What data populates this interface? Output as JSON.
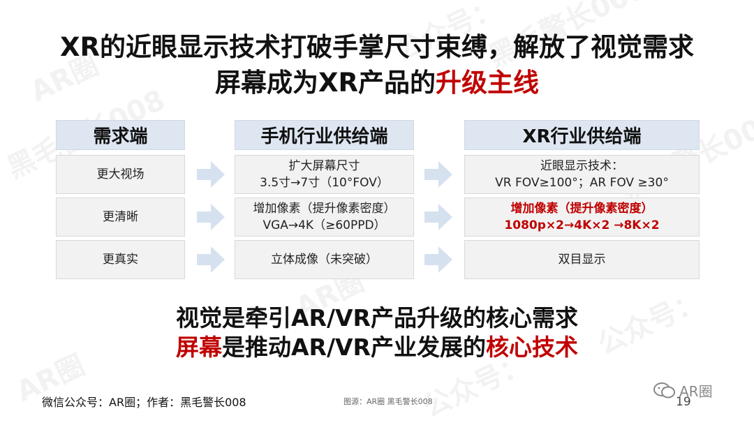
{
  "title": {
    "line1": "XR的近眼显示技术打破手掌尺寸束缚，解放了视觉需求",
    "line2_prefix": "屏幕成为XR产品的",
    "line2_highlight": "升级主线"
  },
  "table": {
    "headers": [
      "需求端",
      "手机行业供给端",
      "XR行业供给端"
    ],
    "rows": [
      {
        "demand": "更大视场",
        "phone": [
          "扩大屏幕尺寸",
          "3.5寸→7寸（10°FOV）"
        ],
        "xr": [
          "近眼显示技术：",
          "VR FOV≥100°；AR FOV ≥30°"
        ]
      },
      {
        "demand": "更清晰",
        "phone": [
          "增加像素（提升像素密度）",
          "VGA→4K（≥60PPD）"
        ],
        "xr": [
          "增加像素（提升像素密度）",
          "1080p×2→4K×2 →8K×2"
        ]
      },
      {
        "demand": "更真实",
        "phone": [
          "立体成像（未突破）"
        ],
        "xr": [
          "双目显示"
        ]
      }
    ]
  },
  "conclusion": {
    "line1": "视觉是牵引AR/VR产品升级的核心需求",
    "line2_red1": "屏幕",
    "line2_mid": "是推动AR/VR产业发展的",
    "line2_red2": "核心技术"
  },
  "footer": {
    "left": "微信公众号：AR圈；作者：黑毛警长008",
    "source": "图源：AR圈 黑毛警长008",
    "page": "19",
    "brand": "AR圈"
  },
  "watermark": [
    "公众号：",
    "AR圈",
    "黑毛警长008"
  ],
  "colors": {
    "accent_red": "#c00000",
    "header_bg": "#dde6f1",
    "cell_bg": "#f2f2f2",
    "arrow": "#d6e1ef"
  }
}
